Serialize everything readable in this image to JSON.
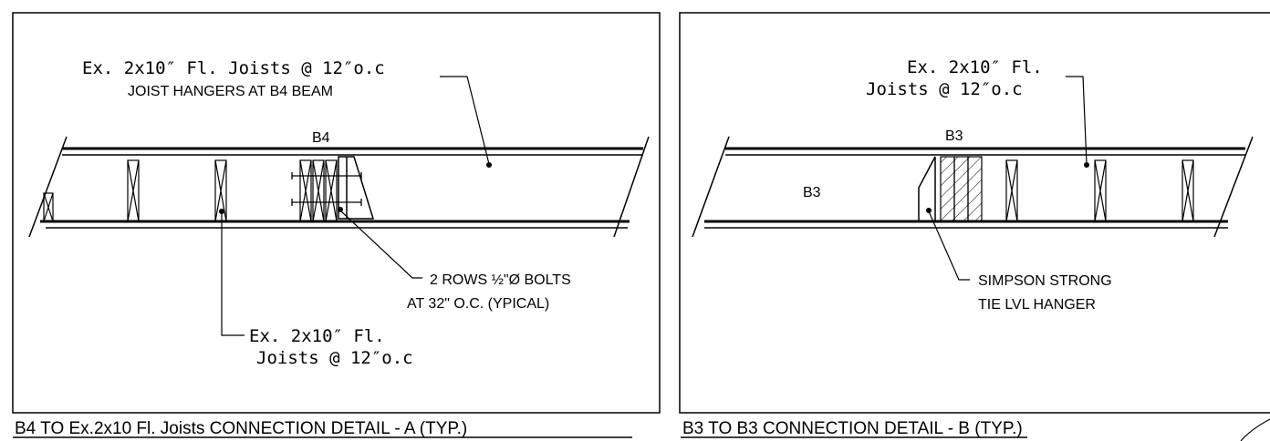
{
  "detail_a": {
    "callout_top": "Ex. 2x10″ Fl. Joists @ 12″o.c",
    "callout_sub": "JOIST HANGERS AT B4 BEAM",
    "beam_label": "B4",
    "bolts_line1": "2 ROWS ½\"Ø BOLTS",
    "bolts_line2": "AT  32\" O.C. (YPICAL)",
    "joists_line1": "Ex. 2x10″ Fl.",
    "joists_line2": "Joists @ 12″o.c",
    "title": "B4 TO Ex.2x10 Fl. Joists CONNECTION DETAIL - A (TYP.)"
  },
  "detail_b": {
    "callout_line1": "Ex. 2x10″ Fl.",
    "callout_line2": "Joists @ 12″o.c",
    "beam_label_top": "B3",
    "beam_label_left": "B3",
    "hanger_line1": "SIMPSON STRONG",
    "hanger_line2": "TIE LVL HANGER",
    "title": "B3 TO B3 CONNECTION DETAIL - B (TYP.)"
  }
}
